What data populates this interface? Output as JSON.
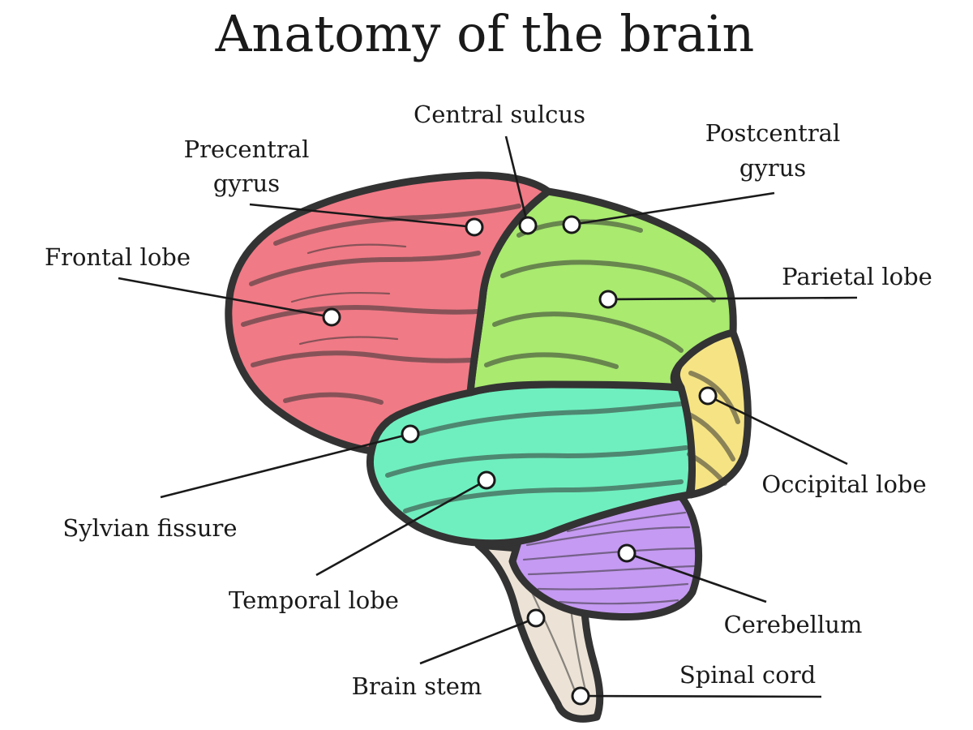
{
  "title": "Anatomy of the brain",
  "colors": {
    "frontal": "#f07a86",
    "parietal": "#a9ea6f",
    "occipital": "#f6e484",
    "temporal": "#6fefbf",
    "cerebellum": "#c59af2",
    "stem": "#ece3d6",
    "outline": "#333333"
  },
  "labels": {
    "central_sulcus": "Central sulcus",
    "precentral_1": "Precentral",
    "precentral_2": "gyrus",
    "postcentral_1": "Postcentral",
    "postcentral_2": "gyrus",
    "frontal_lobe": "Frontal lobe",
    "parietal_lobe": "Parietal lobe",
    "occipital_lobe": "Occipital lobe",
    "sylvian_fissure": "Sylvian fissure",
    "temporal_lobe": "Temporal lobe",
    "cerebellum": "Cerebellum",
    "brain_stem": "Brain stem",
    "spinal_cord": "Spinal cord"
  }
}
